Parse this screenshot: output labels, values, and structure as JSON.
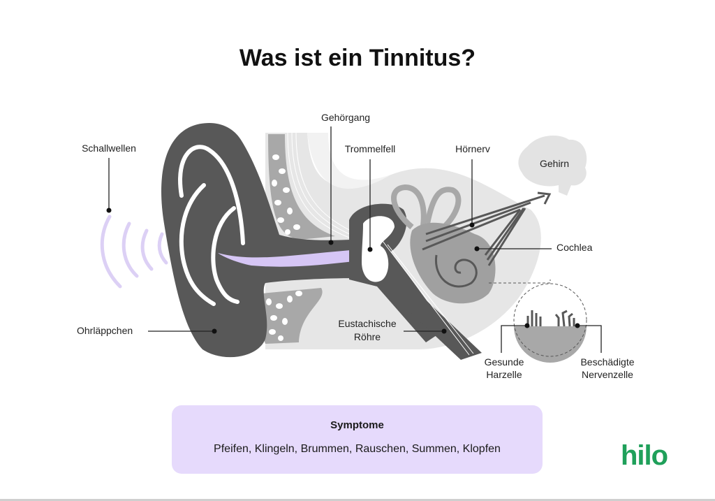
{
  "title": "Was ist ein Tinnitus?",
  "labels": {
    "schallwellen": "Schallwellen",
    "gehoergang": "Gehörgang",
    "trommelfell": "Trommelfell",
    "hoernerv": "Hörnerv",
    "gehirn": "Gehirn",
    "cochlea": "Cochlea",
    "ohrlaeppchen": "Ohrläppchen",
    "eustachische_1": "Eustachische",
    "eustachische_2": "Röhre",
    "gesunde_1": "Gesunde",
    "gesunde_2": "Harzelle",
    "beschaedigte_1": "Beschädigte",
    "beschaedigte_2": "Nervenzelle"
  },
  "symptoms": {
    "heading": "Symptome",
    "text": "Pfeifen, Klingeln, Brummen, Rauschen, Summen, Klopfen"
  },
  "logo": "hilo",
  "colors": {
    "ear": "#585858",
    "bone": "#a8a8a8",
    "tissue": "#e6e6e6",
    "sound": "#dcd0f5",
    "symptom_box": "#e6dafc",
    "brand": "#1fa05a"
  }
}
